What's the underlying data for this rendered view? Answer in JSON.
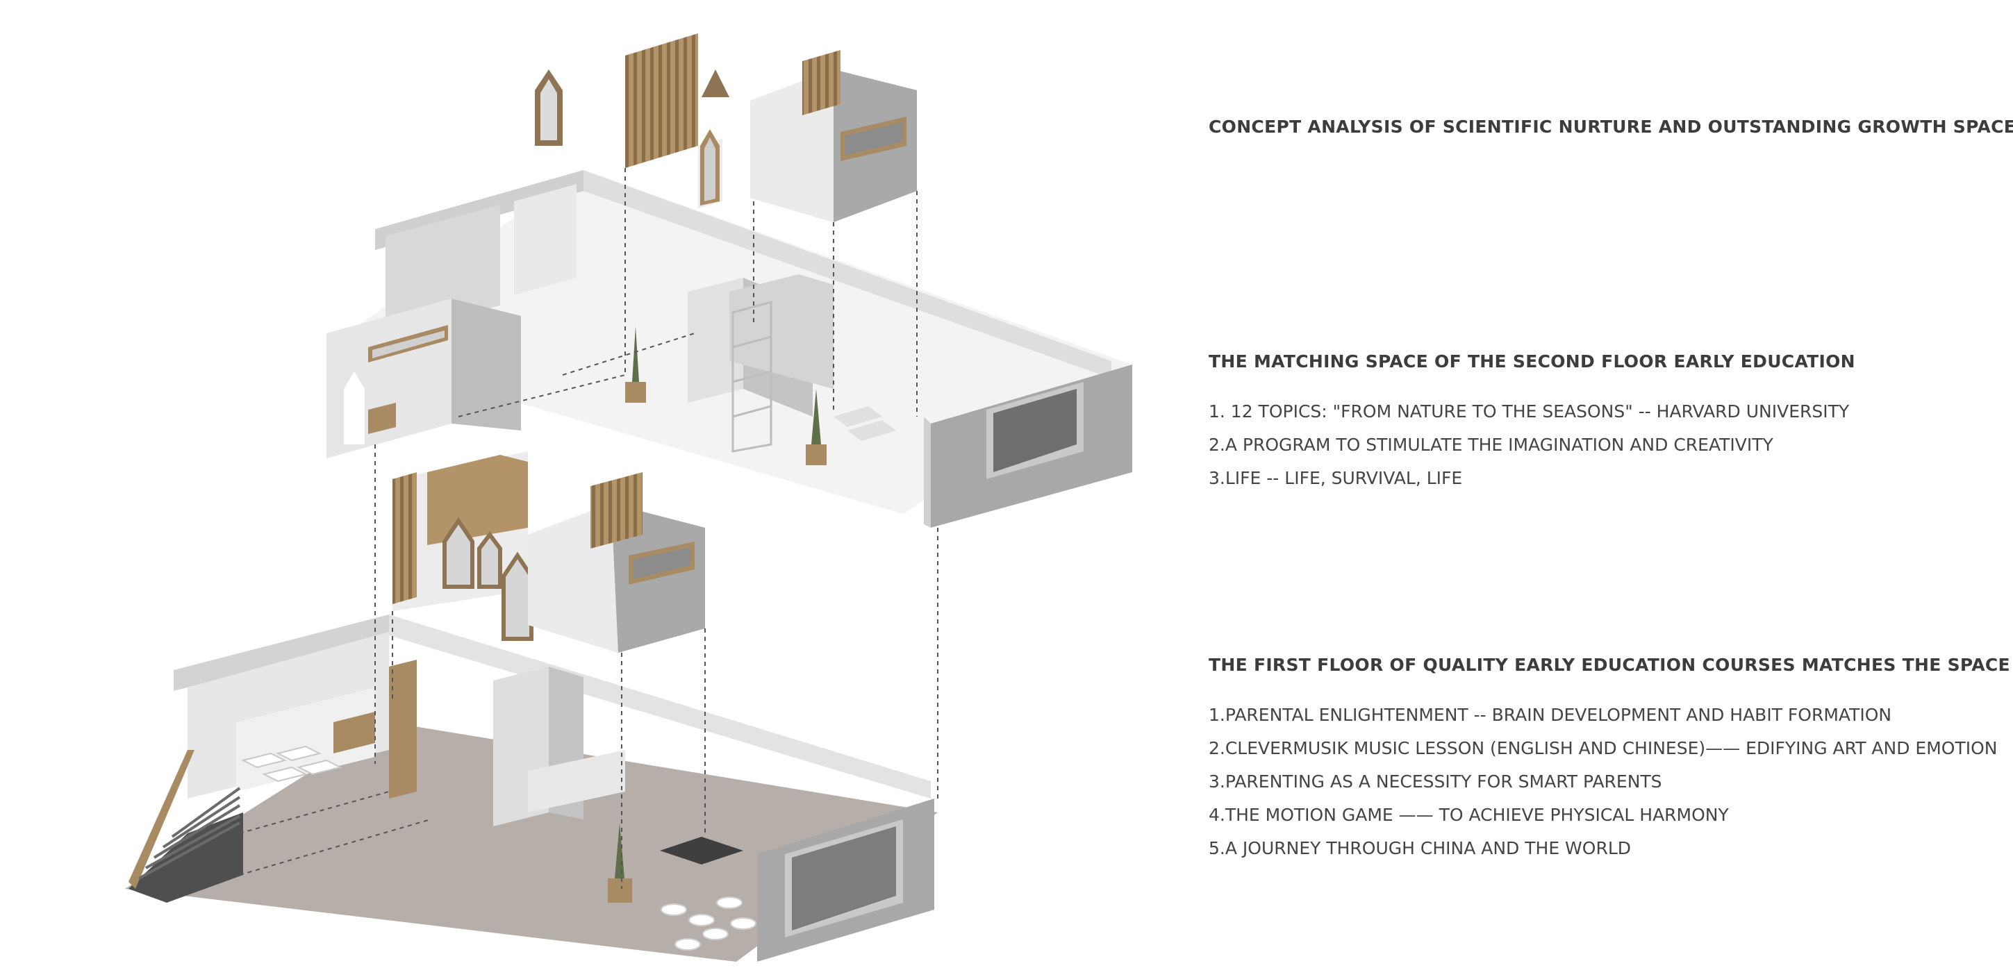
{
  "sections": [
    {
      "title": "CONCEPT ANALYSIS OF SCIENTIFIC NURTURE AND OUTSTANDING GROWTH SPACE",
      "items": []
    },
    {
      "title": "THE MATCHING SPACE OF THE SECOND FLOOR EARLY EDUCATION",
      "items": [
        "1. 12 TOPICS: \"FROM NATURE TO THE SEASONS\" -- HARVARD UNIVERSITY",
        "2.A PROGRAM TO STIMULATE THE IMAGINATION AND CREATIVITY",
        "3.LIFE -- LIFE, SURVIVAL, LIFE"
      ]
    },
    {
      "title": "THE FIRST FLOOR OF QUALITY EARLY EDUCATION COURSES MATCHES THE SPACE",
      "items": [
        "1.PARENTAL ENLIGHTENMENT -- BRAIN DEVELOPMENT AND HABIT FORMATION",
        "2.CLEVERMUSIK MUSIC LESSON (ENGLISH AND CHINESE)—— EDIFYING ART AND EMOTION",
        "3.PARENTING AS A NECESSITY FOR SMART PARENTS",
        "4.THE MOTION GAME —— TO ACHIEVE PHYSICAL HARMONY",
        "5.A JOURNEY THROUGH CHINA AND THE WORLD"
      ]
    }
  ],
  "colors": {
    "wall_light": "#e4e4e4",
    "wall_mid": "#c9c9c9",
    "wall_dark": "#a8a8a8",
    "floor": "#b5aea9",
    "wood": "#a88b63",
    "stair": "#5a5a5a",
    "text": "#3a3a3a"
  }
}
